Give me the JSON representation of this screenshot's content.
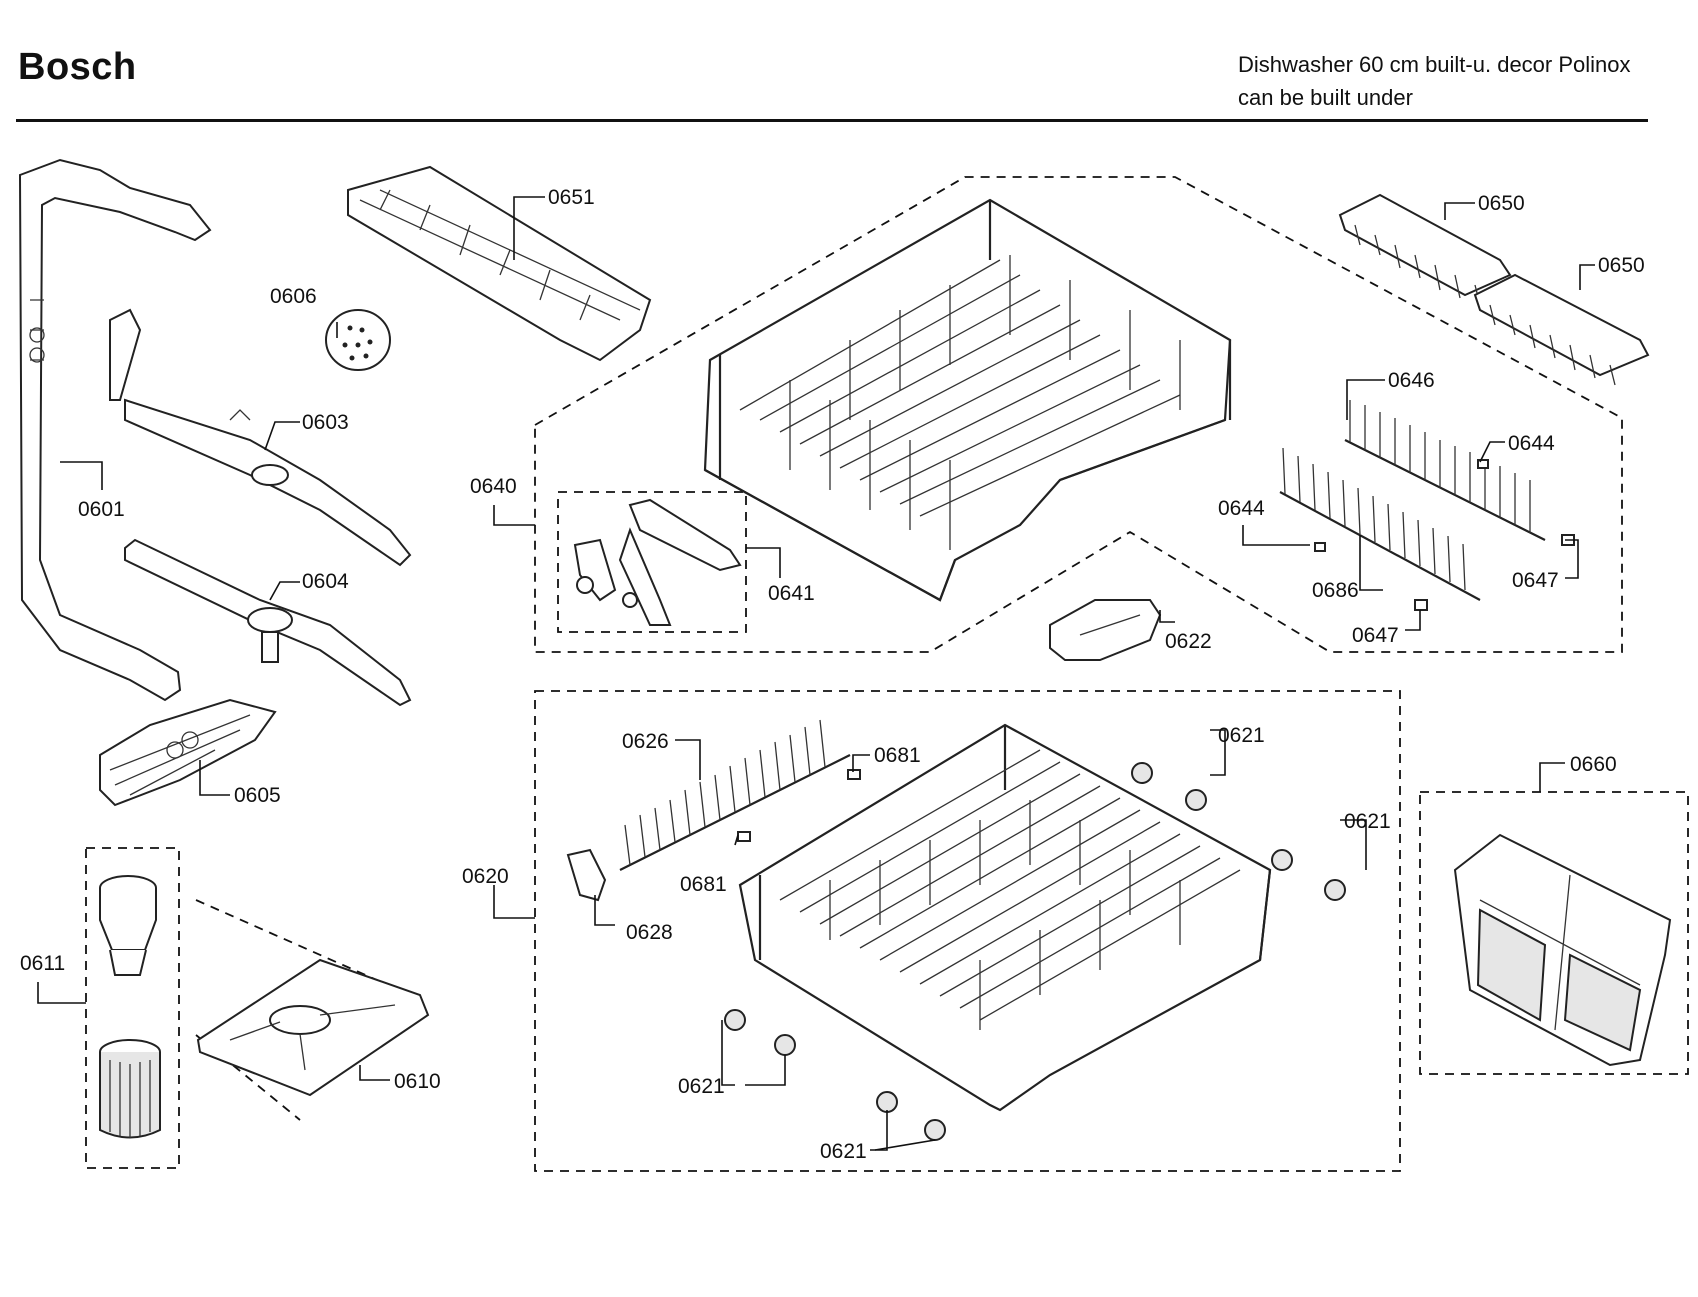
{
  "header": {
    "brand": "Bosch",
    "description_line1": "Dishwasher 60 cm built-u. decor Polinox",
    "description_line2": "can be built under"
  },
  "labels": {
    "p0651": "0651",
    "p0606": "0606",
    "p0603": "0603",
    "p0601": "0601",
    "p0604": "0604",
    "p0605": "0605",
    "p0611": "0611",
    "p0610": "0610",
    "p0640": "0640",
    "p0641": "0641",
    "p0622": "0622",
    "p0650a": "0650",
    "p0650b": "0650",
    "p0646": "0646",
    "p0644a": "0644",
    "p0644b": "0644",
    "p0686": "0686",
    "p0647a": "0647",
    "p0647b": "0647",
    "p0626": "0626",
    "p0681a": "0681",
    "p0681b": "0681",
    "p0628": "0628",
    "p0620": "0620",
    "p0621a": "0621",
    "p0621b": "0621",
    "p0621c": "0621",
    "p0621d": "0621",
    "p0660": "0660"
  }
}
